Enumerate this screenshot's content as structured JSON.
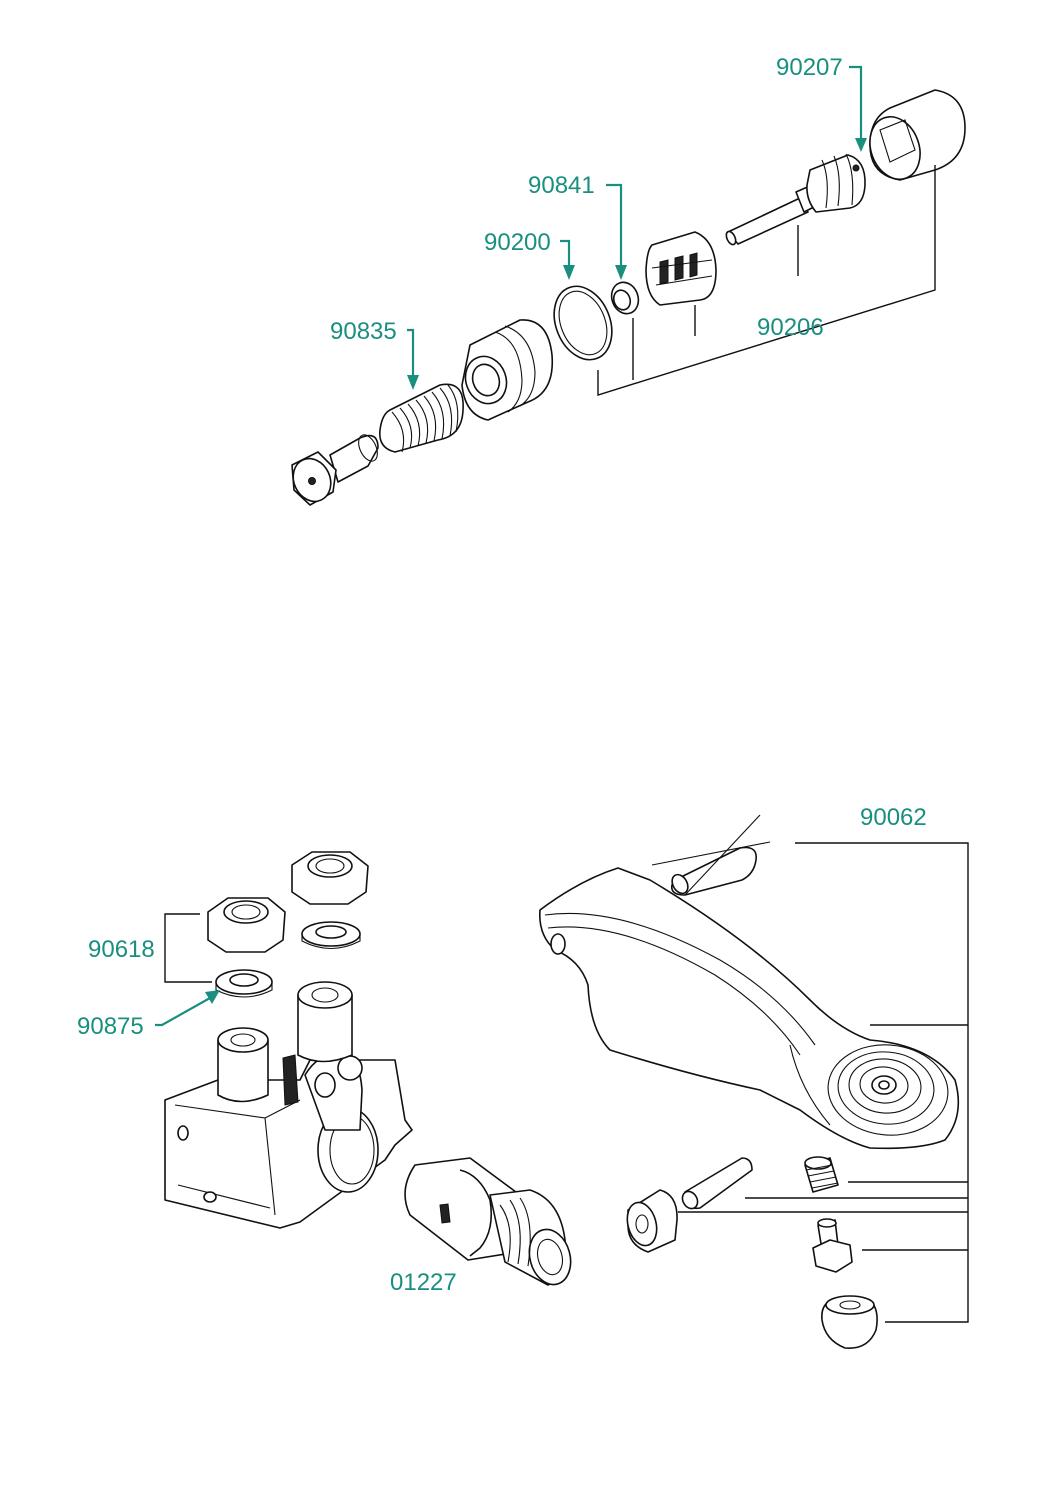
{
  "labels": {
    "p90207": "90207",
    "p90841": "90841",
    "p90200": "90200",
    "p90835": "90835",
    "p90206": "90206",
    "p90062": "90062",
    "p90618": "90618",
    "p90875": "90875",
    "p01227": "01227"
  },
  "colors": {
    "accent": "#1a8f80",
    "line": "#111111",
    "background": "#ffffff"
  }
}
